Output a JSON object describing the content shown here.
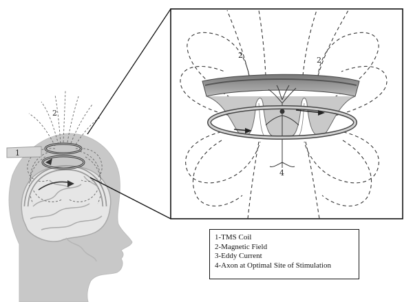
{
  "labels": {
    "coil_marker": "1",
    "field_marker_small": "2",
    "field_marker_left": "2",
    "field_marker_right": "2",
    "axon_marker": "4"
  },
  "legend": {
    "items": [
      "1-TMS Coil",
      "2-Magnetic Field",
      "3-Eddy Current",
      "4-Axon at Optimal Site of Stimulation"
    ]
  }
}
